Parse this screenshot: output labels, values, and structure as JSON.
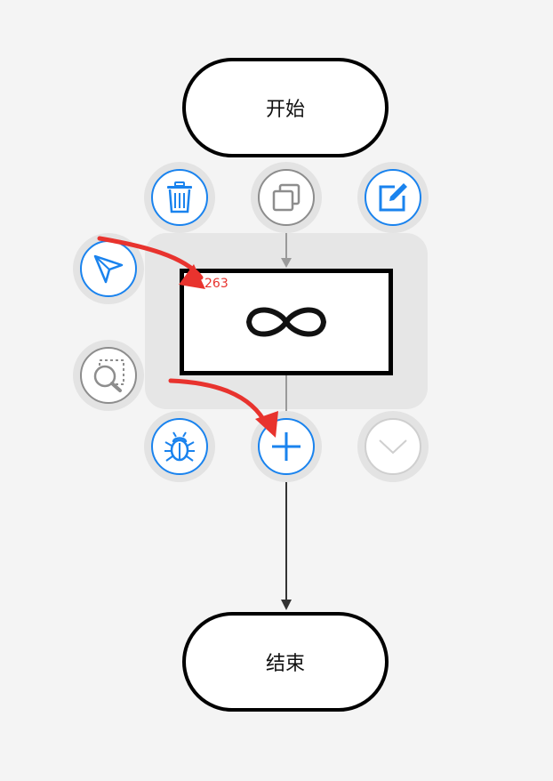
{
  "flow": {
    "start_label": "开始",
    "end_label": "结束",
    "loop_node_id": "263",
    "loop_icon": "infinity-icon"
  },
  "toolbar_icons": {
    "delete": "trash-icon",
    "copy": "copy-icon",
    "edit": "edit-icon",
    "send": "send-icon",
    "inspect": "zoom-select-icon",
    "debug": "bug-icon",
    "add": "plus-icon",
    "collapse": "chevron-down-icon"
  },
  "colors": {
    "accent": "#1a83ee",
    "annotation": "#e8332e",
    "muted": "#8d8d8d",
    "background": "#f4f4f4"
  }
}
